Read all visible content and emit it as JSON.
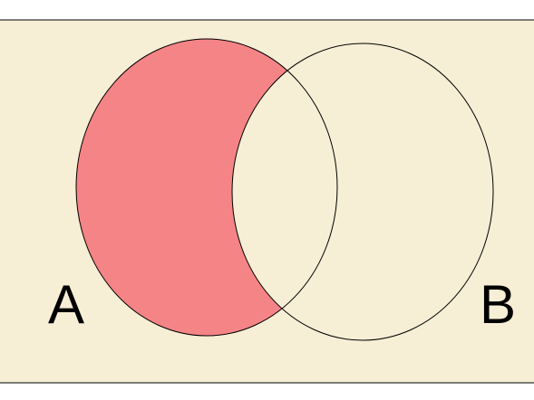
{
  "diagram": {
    "type": "venn",
    "shaded_region": "A minus B",
    "colors": {
      "background": "#f6eed5",
      "shade": "#f58487",
      "outline": "#000000",
      "label": "#000000"
    },
    "sets": [
      {
        "id": "A",
        "label": "A"
      },
      {
        "id": "B",
        "label": "B"
      }
    ]
  }
}
